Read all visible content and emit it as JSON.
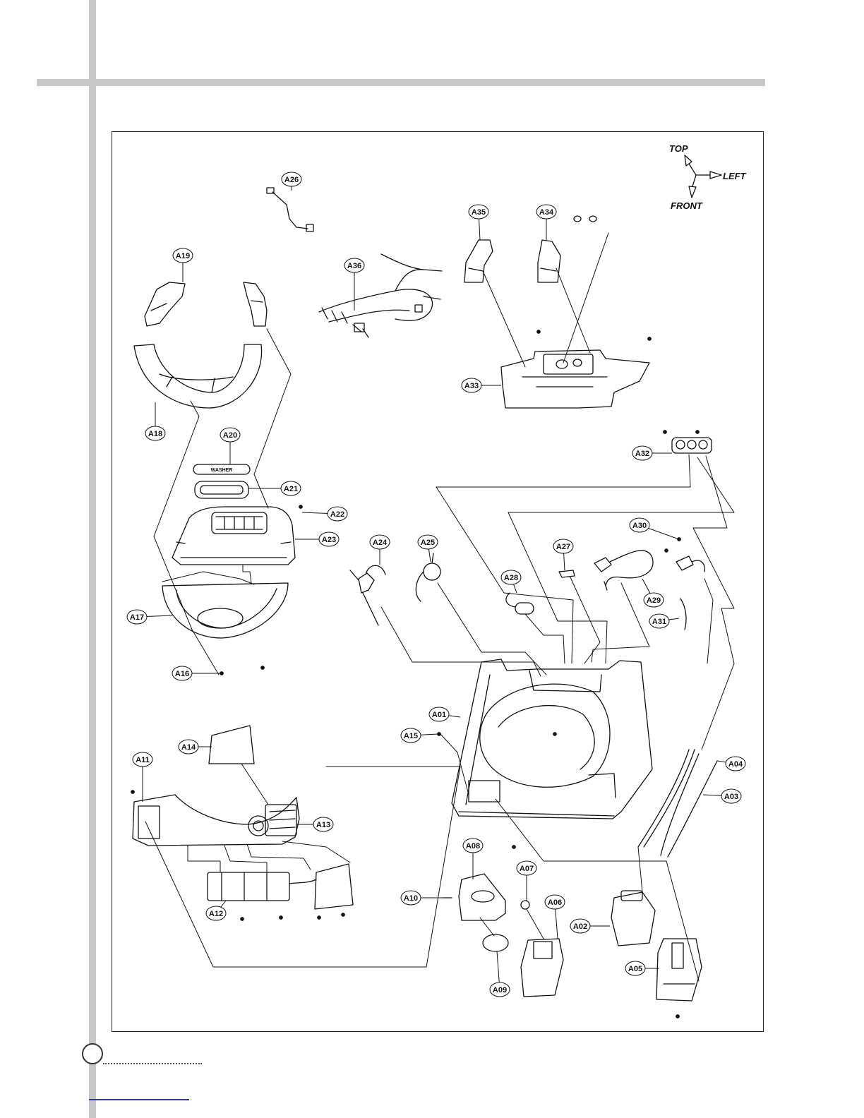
{
  "compass": {
    "top": "TOP",
    "left": "LEFT",
    "front": "FRONT"
  },
  "badge_text": "WASHER",
  "callouts": [
    {
      "id": "A01",
      "label": "A01"
    },
    {
      "id": "A02",
      "label": "A02"
    },
    {
      "id": "A03",
      "label": "A03"
    },
    {
      "id": "A04",
      "label": "A04"
    },
    {
      "id": "A05",
      "label": "A05"
    },
    {
      "id": "A06",
      "label": "A06"
    },
    {
      "id": "A07",
      "label": "A07"
    },
    {
      "id": "A08",
      "label": "A08"
    },
    {
      "id": "A09",
      "label": "A09"
    },
    {
      "id": "A10",
      "label": "A10"
    },
    {
      "id": "A11",
      "label": "A11"
    },
    {
      "id": "A12",
      "label": "A12"
    },
    {
      "id": "A13",
      "label": "A13"
    },
    {
      "id": "A14",
      "label": "A14"
    },
    {
      "id": "A15",
      "label": "A15"
    },
    {
      "id": "A16",
      "label": "A16"
    },
    {
      "id": "A17",
      "label": "A17"
    },
    {
      "id": "A18",
      "label": "A18"
    },
    {
      "id": "A19",
      "label": "A19"
    },
    {
      "id": "A20",
      "label": "A20"
    },
    {
      "id": "A21",
      "label": "A21"
    },
    {
      "id": "A22",
      "label": "A22"
    },
    {
      "id": "A23",
      "label": "A23"
    },
    {
      "id": "A24",
      "label": "A24"
    },
    {
      "id": "A25",
      "label": "A25"
    },
    {
      "id": "A26",
      "label": "A26"
    },
    {
      "id": "A27",
      "label": "A27"
    },
    {
      "id": "A28",
      "label": "A28"
    },
    {
      "id": "A29",
      "label": "A29"
    },
    {
      "id": "A30",
      "label": "A30"
    },
    {
      "id": "A31",
      "label": "A31"
    },
    {
      "id": "A32",
      "label": "A32"
    },
    {
      "id": "A33",
      "label": "A33"
    },
    {
      "id": "A34",
      "label": "A34"
    },
    {
      "id": "A35",
      "label": "A35"
    },
    {
      "id": "A36",
      "label": "A36"
    }
  ]
}
